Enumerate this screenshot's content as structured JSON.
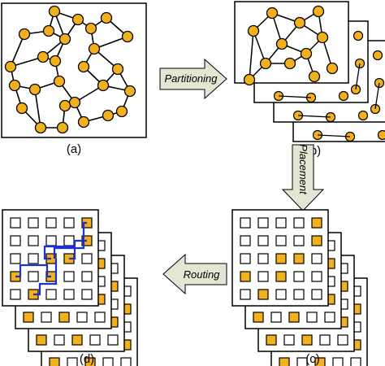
{
  "colors": {
    "node_fill": "#F2B01E",
    "node_stroke": "#000000",
    "arrow_fill": "#E2E6D2",
    "route": "#1E2FD0",
    "cell_stroke": "#000000"
  },
  "panels": {
    "a": {
      "caption": "(a)"
    },
    "b": {
      "caption": "(b)"
    },
    "c": {
      "caption": "(c)"
    },
    "d": {
      "caption": "(d)"
    }
  },
  "arrows": {
    "partitioning": "Partitioning",
    "placement": "Placement",
    "routing": "Routing"
  },
  "grid": {
    "rows": 5,
    "cols": 5,
    "layers": 4
  }
}
